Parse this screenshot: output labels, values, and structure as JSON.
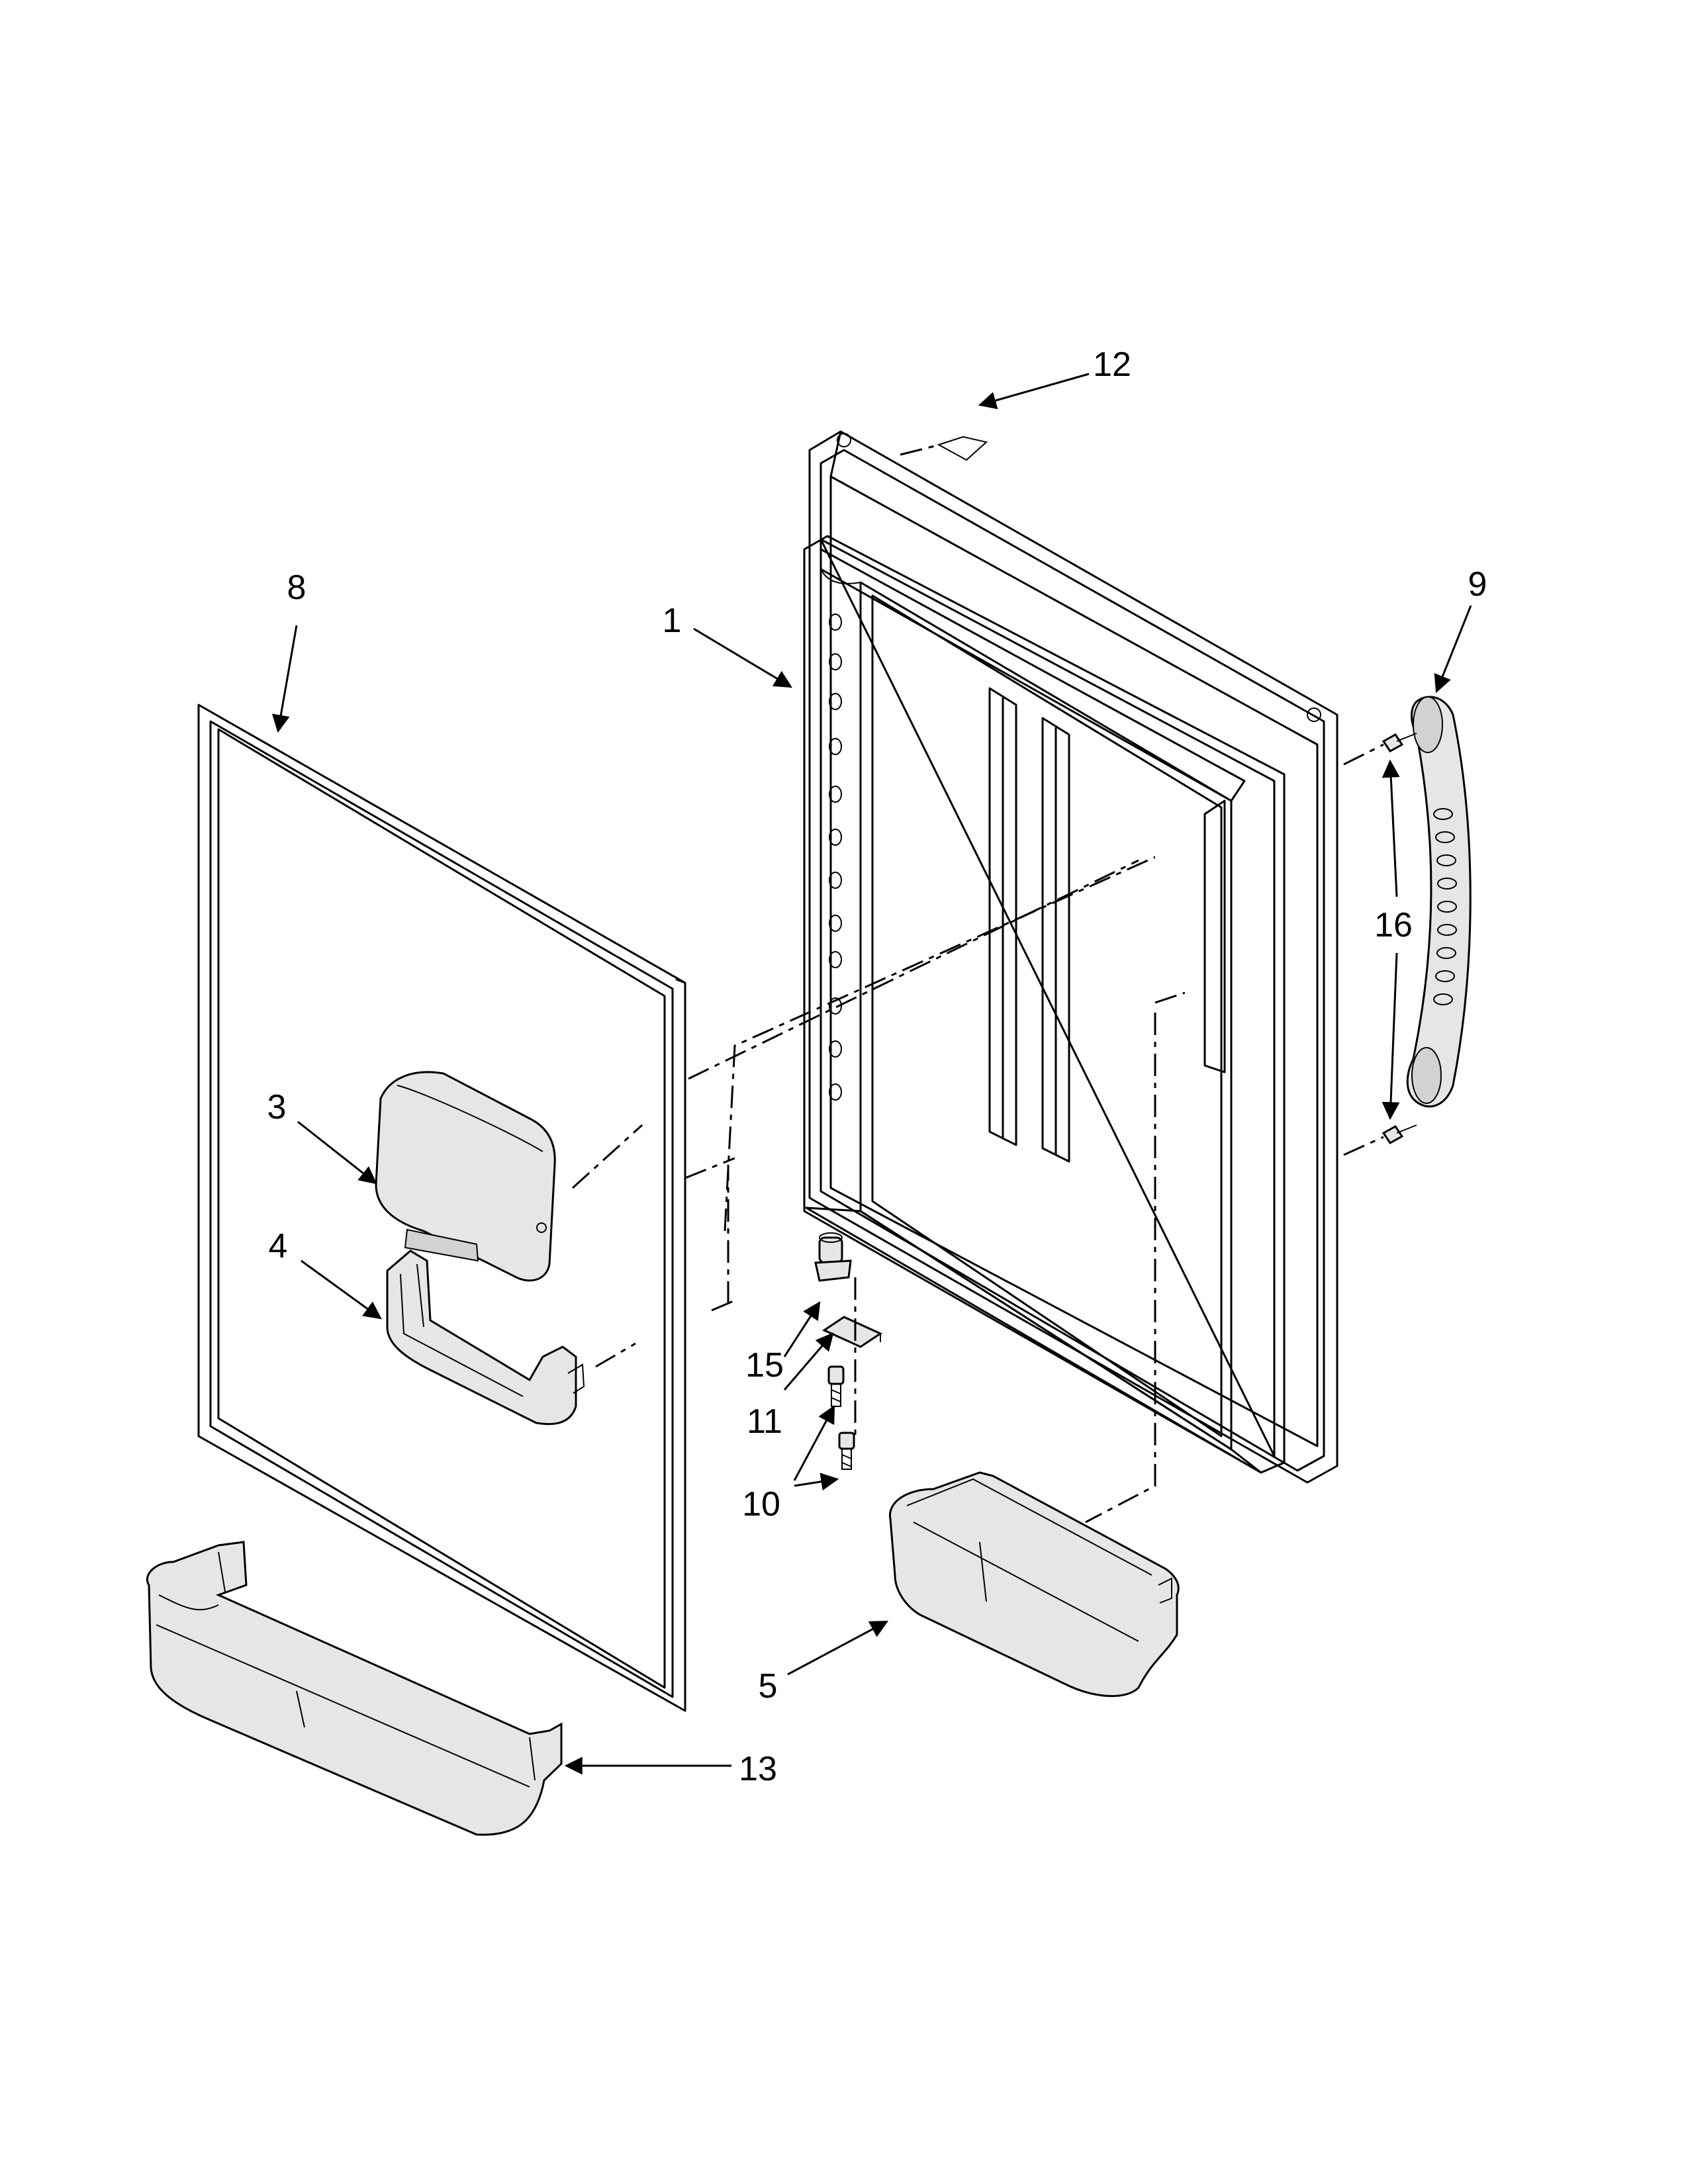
{
  "callouts": {
    "c1": "1",
    "c3": "3",
    "c4": "4",
    "c5": "5",
    "c8": "8",
    "c9": "9",
    "c10": "10",
    "c11": "11",
    "c12": "12",
    "c13": "13",
    "c15": "15",
    "c16": "16"
  }
}
